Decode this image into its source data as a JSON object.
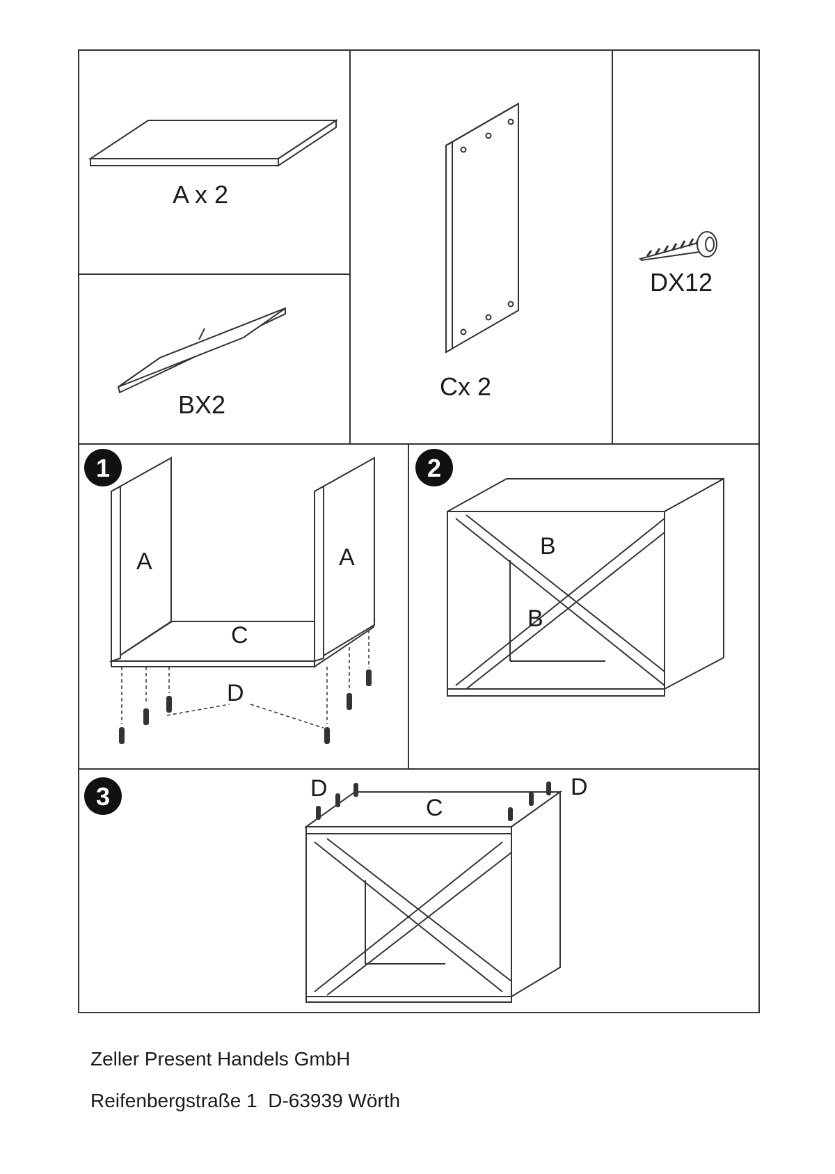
{
  "parts": {
    "a": "A  x 2",
    "b": "BX2",
    "c": "Cx 2",
    "d": "DX12"
  },
  "steps": {
    "step1": {
      "number": "1",
      "label_a_left": "A",
      "label_a_right": "A",
      "label_c": "C",
      "label_d": "D"
    },
    "step2": {
      "number": "2",
      "label_b_top": "B",
      "label_b_bottom": "B"
    },
    "step3": {
      "number": "3",
      "label_d_left": "D",
      "label_c": "C",
      "label_d_right": "D"
    }
  },
  "footer": {
    "company": "Zeller Present Handels GmbH",
    "address": "Reifenbergstraße 1  D-63939 Wörth"
  }
}
